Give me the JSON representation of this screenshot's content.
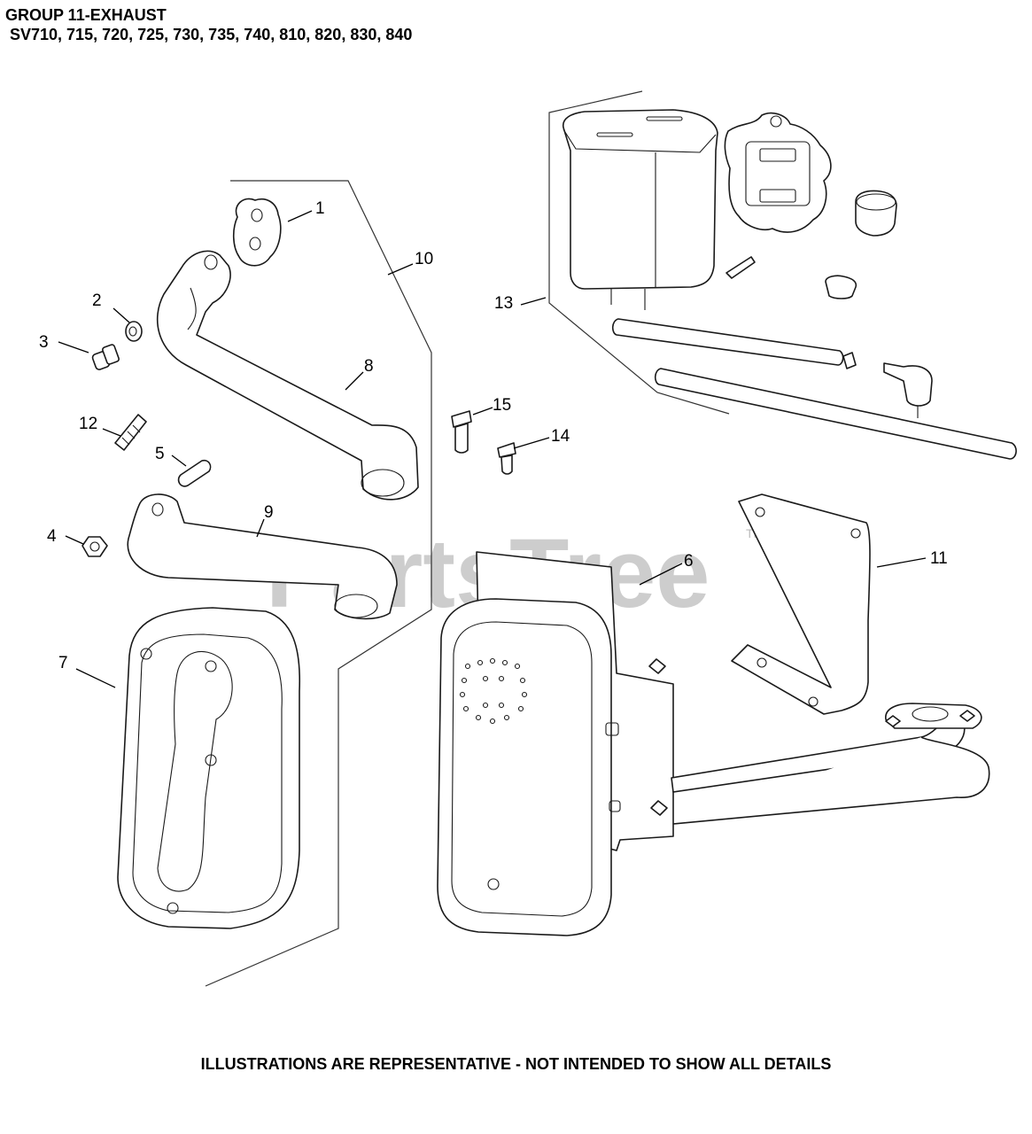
{
  "header": {
    "title": "GROUP 11-EXHAUST",
    "subtitle": " SV710, 715, 720, 725, 730, 735, 740, 810, 820, 830, 840"
  },
  "footer": {
    "note": "ILLUSTRATIONS ARE REPRESENTATIVE - NOT INTENDED TO SHOW ALL DETAILS"
  },
  "watermark": {
    "brand": "PartsTree",
    "tm": "TM"
  },
  "callouts": {
    "c1": "1",
    "c2": "2",
    "c3": "3",
    "c4": "4",
    "c5": "5",
    "c6": "6",
    "c7": "7",
    "c8": "8",
    "c9": "9",
    "c10": "10",
    "c11": "11",
    "c12": "12",
    "c13": "13",
    "c14": "14",
    "c15": "15"
  },
  "colors": {
    "line": "#1a1a1a",
    "watermark": "#bdbdbd",
    "background": "#ffffff"
  }
}
